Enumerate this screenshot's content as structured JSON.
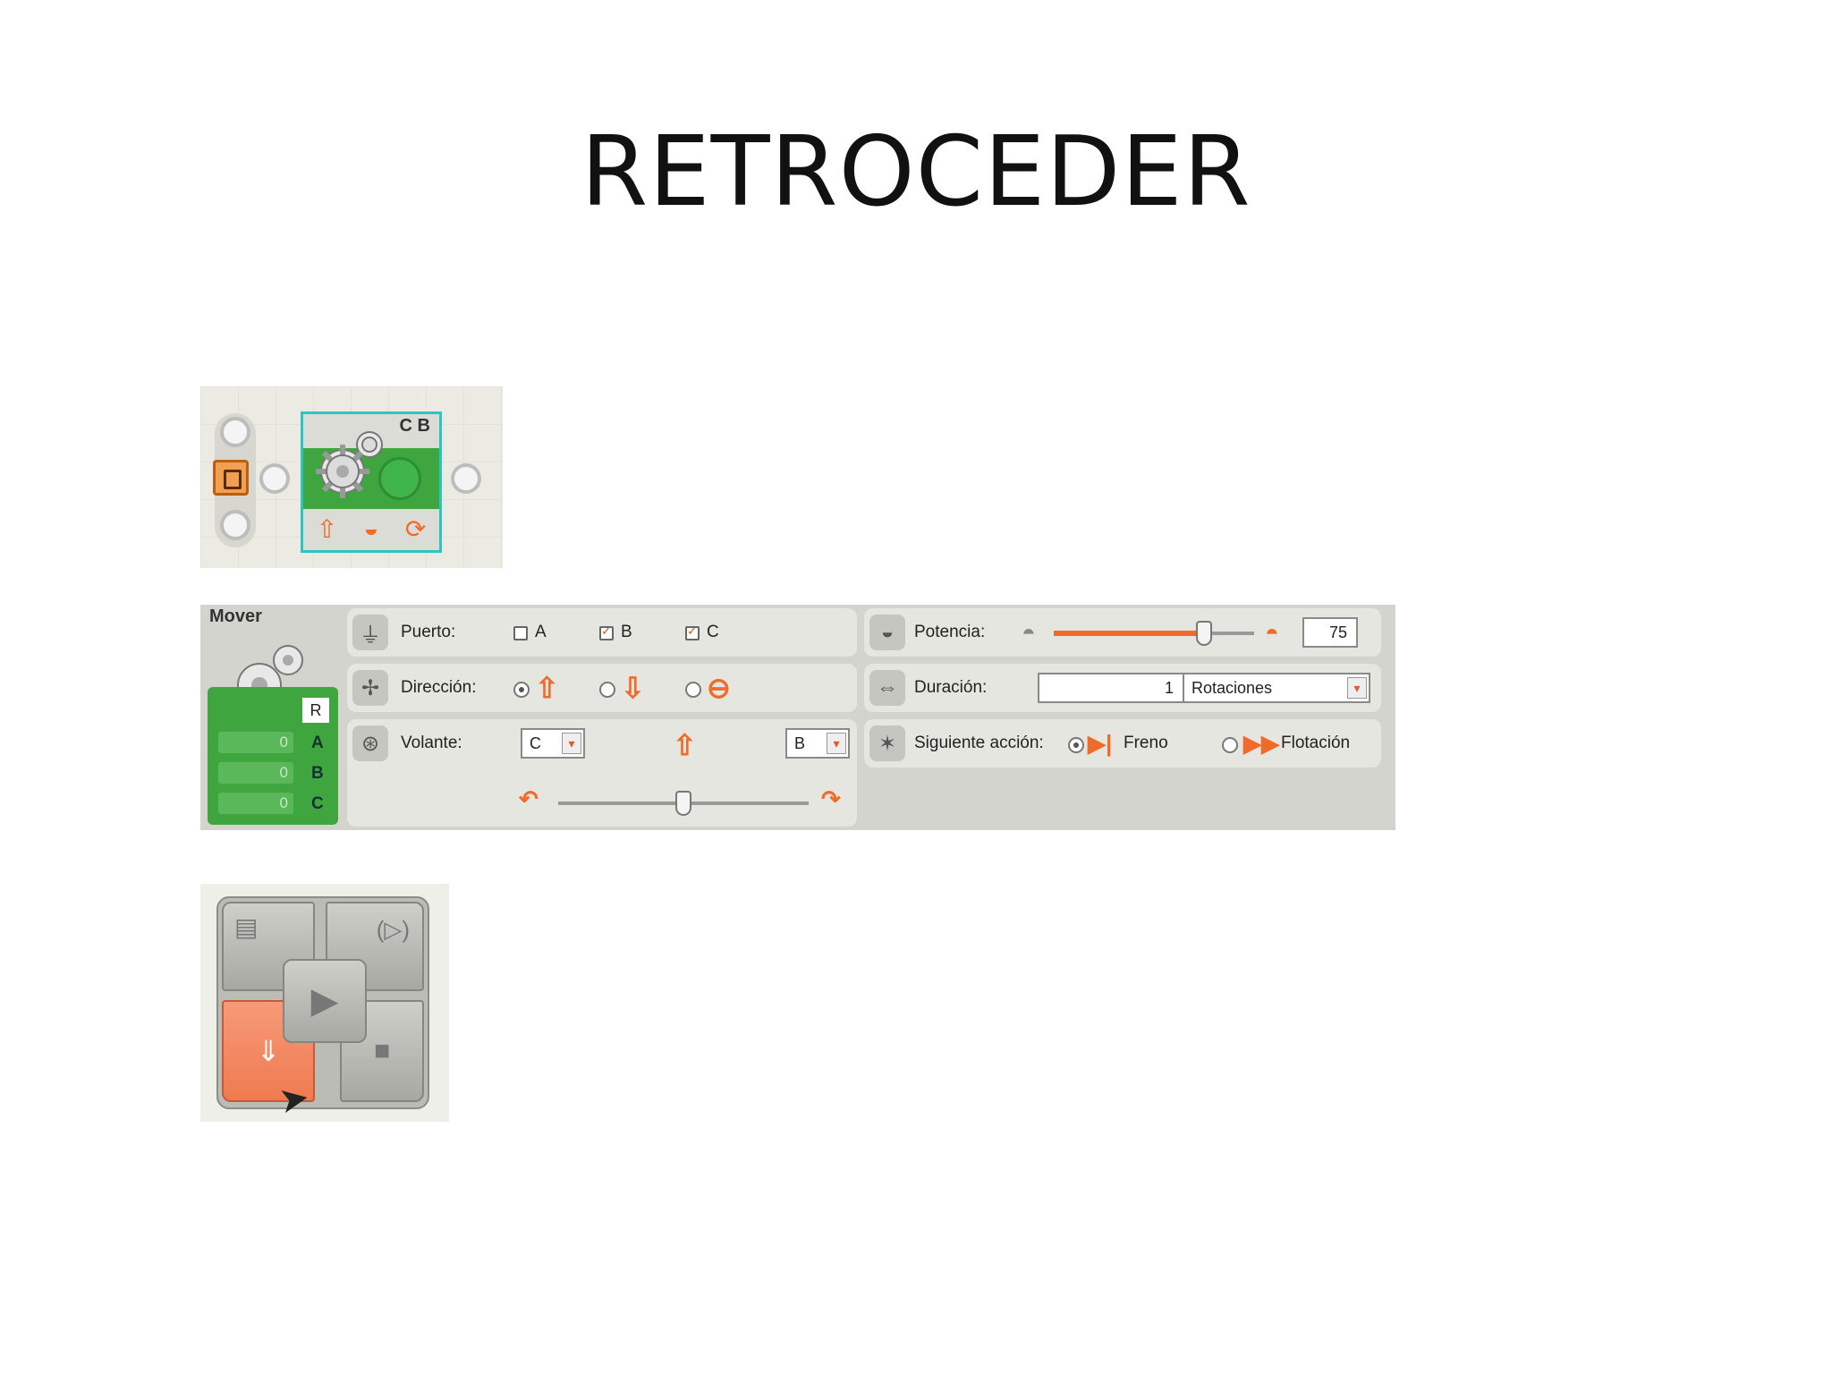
{
  "slide": {
    "title": "RETROCEDER"
  },
  "block": {
    "ports_label": "C B"
  },
  "panel": {
    "block_name": "Mover",
    "port": {
      "label": "Puerto:",
      "options": [
        {
          "letter": "A",
          "checked": false
        },
        {
          "letter": "B",
          "checked": true
        },
        {
          "letter": "C",
          "checked": true
        }
      ]
    },
    "direction": {
      "label": "Dirección:",
      "selected": "forward",
      "options": [
        "forward-arrow-icon",
        "backward-arrow-icon",
        "stop-icon"
      ]
    },
    "steering": {
      "label": "Volante:",
      "left_port": "C",
      "right_port": "B",
      "slider_position": 0.5
    },
    "feedback": {
      "reset_label": "R",
      "rows": [
        {
          "value": "0",
          "letter": "A"
        },
        {
          "value": "0",
          "letter": "B"
        },
        {
          "value": "0",
          "letter": "C"
        }
      ]
    },
    "power": {
      "label": "Potencia:",
      "value": "75",
      "level": 0.75
    },
    "duration": {
      "label": "Duración:",
      "value": "1",
      "unit": "Rotaciones"
    },
    "next_action": {
      "label": "Siguiente acción:",
      "selected": "brake",
      "options": [
        {
          "id": "brake",
          "label": "Freno"
        },
        {
          "id": "coast",
          "label": "Flotación"
        }
      ]
    }
  },
  "controller": {
    "highlighted": "download-button"
  },
  "colors": {
    "accent": "#f06a2a",
    "block_green": "#3fa63f",
    "selection": "#2ec4c0"
  }
}
